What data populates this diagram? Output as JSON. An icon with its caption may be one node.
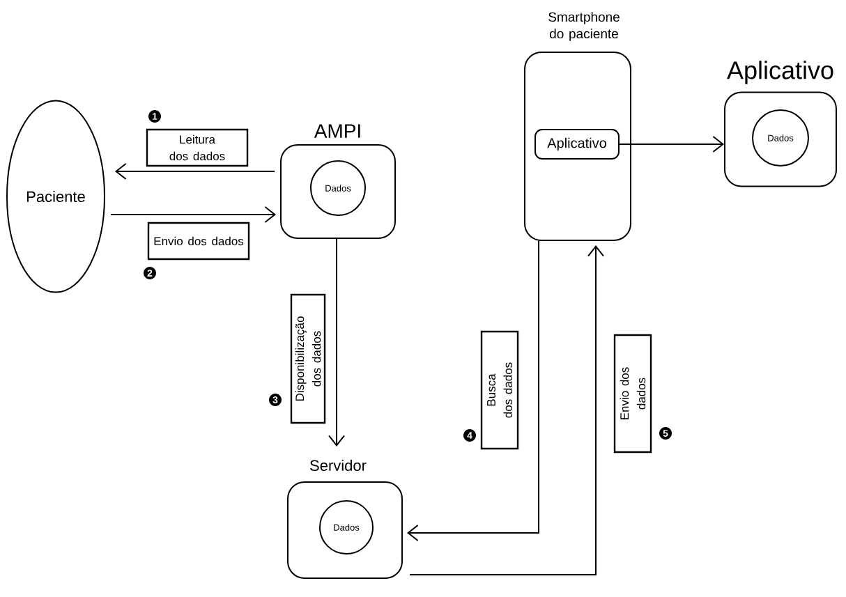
{
  "diagram": {
    "nodes": [
      {
        "text": [
          "Paciente"
        ]
      },
      {
        "text": [
          "AMPI"
        ]
      },
      {
        "text": [
          "Dados"
        ],
        "in": 1
      },
      {
        "text": [
          "Servidor"
        ]
      },
      {
        "text": [
          "Dados"
        ],
        "in": 3
      },
      {
        "text": [
          "Smartphone do paciente"
        ]
      },
      {
        "text": [
          "Aplicativo"
        ],
        "in": 5
      },
      {
        "text": [
          "Aplicativo"
        ]
      },
      {
        "text": [
          "Dados"
        ],
        "in": 7
      }
    ],
    "edges": [
      {
        "from": 1,
        "to": 0,
        "arrow": "to",
        "label": "Leitura dos dados"
      },
      {
        "from": 0,
        "to": 1,
        "arrow": "to",
        "label": "Envio dos dados"
      },
      {
        "from": 1,
        "to": 3,
        "arrow": "to",
        "label": "Disponibilização dos dados"
      },
      {
        "from": 5,
        "to": 3,
        "arrow": "to",
        "label": "Busca dos dados"
      },
      {
        "from": 3,
        "to": 5,
        "arrow": "to",
        "label": "Envio dos dados"
      },
      {
        "from": 6,
        "to": 7,
        "arrow": "to"
      }
    ],
    "labels": [
      "1",
      "2",
      "3",
      "4",
      "5"
    ]
  }
}
